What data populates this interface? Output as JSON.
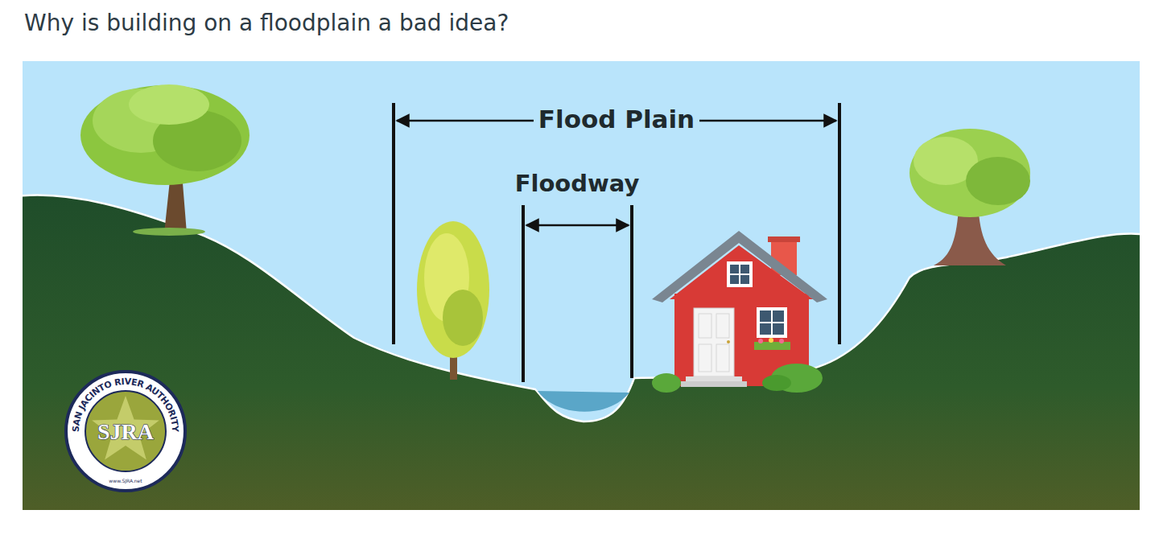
{
  "diagram": {
    "title": "Why is building on a floodplain a bad idea?",
    "nodes": [
      {
        "text": [
          "SAN JACINTO RIVER AUTHORITY",
          "SJRA",
          "www.SJRA.net"
        ]
      }
    ],
    "labels": [
      "Flood Plain",
      "Floodway"
    ]
  }
}
